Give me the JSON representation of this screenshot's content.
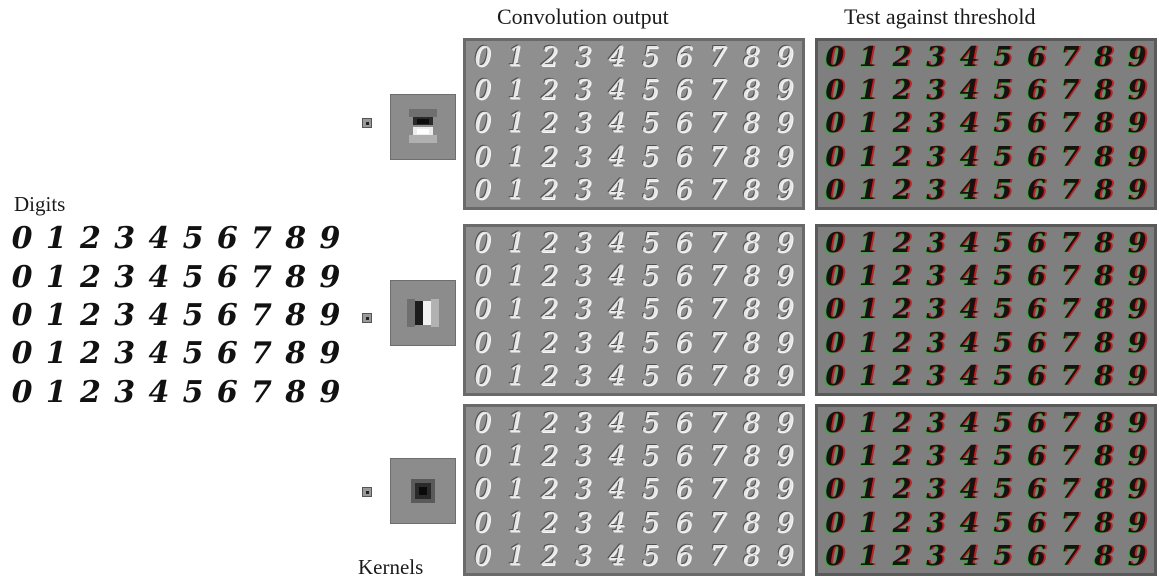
{
  "labels": {
    "convolution_output": "Convolution output",
    "test_against_threshold": "Test against threshold",
    "digits": "Digits",
    "kernels": "Kernels"
  },
  "digit_rows": [
    [
      "0",
      "1",
      "2",
      "3",
      "4",
      "5",
      "6",
      "7",
      "8",
      "9"
    ],
    [
      "0",
      "1",
      "2",
      "3",
      "4",
      "5",
      "6",
      "7",
      "8",
      "9"
    ],
    [
      "0",
      "1",
      "2",
      "3",
      "4",
      "5",
      "6",
      "7",
      "8",
      "9"
    ],
    [
      "0",
      "1",
      "2",
      "3",
      "4",
      "5",
      "6",
      "7",
      "8",
      "9"
    ],
    [
      "0",
      "1",
      "2",
      "3",
      "4",
      "5",
      "6",
      "7",
      "8",
      "9"
    ]
  ],
  "kernels": [
    "horizontal-edge",
    "vertical-edge",
    "center-blob"
  ]
}
